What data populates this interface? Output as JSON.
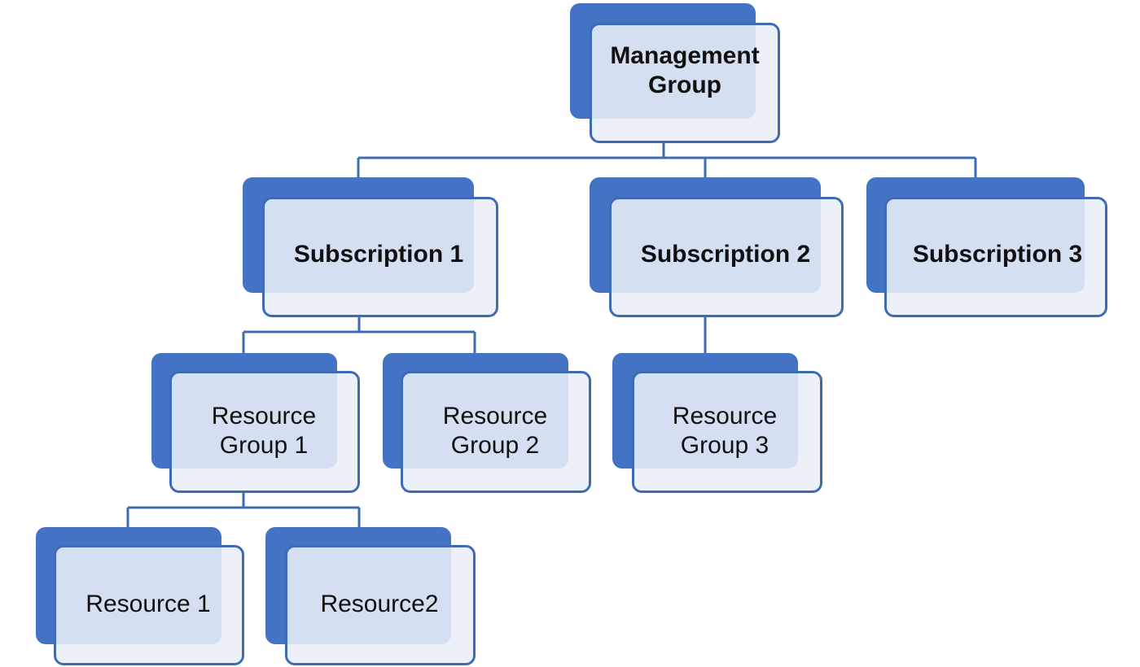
{
  "colors": {
    "accent": "#4472C4",
    "box_fill": "#E8EEF8",
    "border": "#3F6BB5",
    "connector": "#3F6BB5",
    "text": "#111111",
    "background": "#FFFFFF"
  },
  "diagram": {
    "management_group": {
      "label": "Management\nGroup"
    },
    "subscriptions": [
      {
        "label": "Subscription 1"
      },
      {
        "label": "Subscription 2"
      },
      {
        "label": "Subscription 3"
      }
    ],
    "resource_groups": [
      {
        "label": "Resource\nGroup 1",
        "parent": "Subscription 1"
      },
      {
        "label": "Resource\nGroup 2",
        "parent": "Subscription 1"
      },
      {
        "label": "Resource\nGroup 3",
        "parent": "Subscription 2"
      }
    ],
    "resources": [
      {
        "label": "Resource 1",
        "parent": "Resource Group 1"
      },
      {
        "label": "Resource2",
        "parent": "Resource Group 1"
      }
    ]
  }
}
